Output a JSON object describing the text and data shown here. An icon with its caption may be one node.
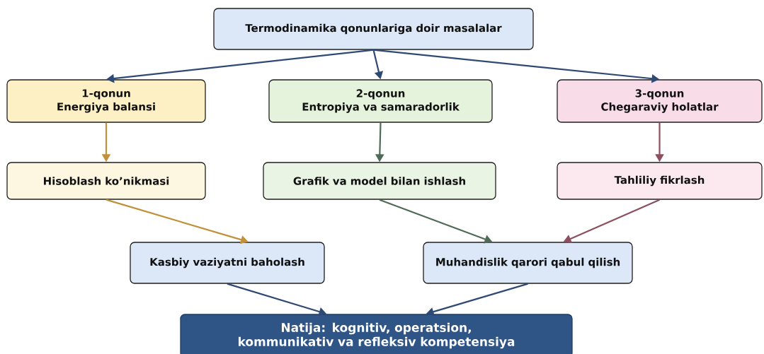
{
  "diagram": {
    "nodes": [
      {
        "text": [
          "Termodinamika qonunlariga doir masalalar"
        ]
      },
      {
        "text": [
          "1-qonun",
          "Energiya balansi"
        ]
      },
      {
        "text": [
          "2-qonun",
          "Entropiya va samaradorlik"
        ]
      },
      {
        "text": [
          "3-qonun",
          "Chegaraviy holatlar"
        ]
      },
      {
        "text": [
          "Hisoblash ko’nikmasi"
        ]
      },
      {
        "text": [
          "Grafik va model bilan ishlash"
        ]
      },
      {
        "text": [
          "Tahliliy fikrlash"
        ]
      },
      {
        "text": [
          "Kasbiy vaziyatni baholash"
        ]
      },
      {
        "text": [
          "Muhandislik qarori qabul qilish"
        ]
      },
      {
        "text": [
          "Natija: kognitiv, operatsion, kommunikativ va refleksiv kompetensiya"
        ]
      }
    ],
    "edges": [
      {
        "from": 0,
        "to": 1,
        "arrow": "to"
      },
      {
        "from": 0,
        "to": 2,
        "arrow": "to"
      },
      {
        "from": 0,
        "to": 3,
        "arrow": "to"
      },
      {
        "from": 1,
        "to": 4,
        "arrow": "to",
        "color": "#c0913a"
      },
      {
        "from": 2,
        "to": 5,
        "arrow": "to",
        "color": "#4f6b55"
      },
      {
        "from": 3,
        "to": 6,
        "arrow": "to",
        "color": "#8c4f5e"
      },
      {
        "from": 4,
        "to": 7,
        "arrow": "to",
        "color": "#c0913a"
      },
      {
        "from": 5,
        "to": 8,
        "arrow": "to",
        "color": "#4f6b55"
      },
      {
        "from": 6,
        "to": 8,
        "arrow": "to",
        "color": "#8c4f5e"
      },
      {
        "from": 7,
        "to": 9,
        "arrow": "to"
      },
      {
        "from": 8,
        "to": 9,
        "arrow": "to"
      }
    ]
  }
}
